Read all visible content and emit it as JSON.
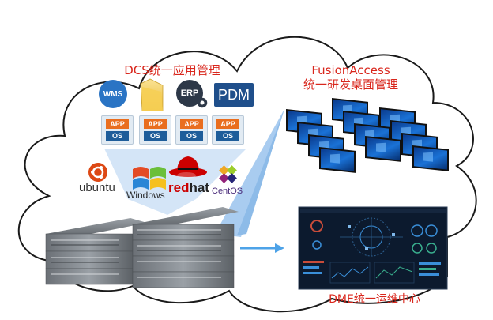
{
  "dcs": {
    "title": "DCS统一应用管理"
  },
  "fusion": {
    "line1": "FusionAccess",
    "line2": "统一研发桌面管理"
  },
  "dme": {
    "title": "DME统一运维中心"
  },
  "apps": {
    "wms": "WMS",
    "erp": "ERP",
    "pdm": "PDM",
    "tile_app": "APP",
    "tile_os": "OS"
  },
  "os_logos": {
    "ubuntu": "ubuntu",
    "windows": "Windows",
    "redhat_red": "red",
    "redhat_hat": "hat",
    "centos": "CentOS"
  },
  "colors": {
    "title_red": "#d9261c",
    "cloud_stroke": "#1a1a1a",
    "projection_blue": "#a9ccf0",
    "wms_blue": "#2a74c4",
    "pdm_blue": "#1f4f8b",
    "app_orange": "#e96e1f",
    "os_blue": "#1e5d9a",
    "arrow_blue": "#4ea3e8"
  },
  "icons": [
    "wms-icon",
    "folder-icon",
    "erp-gear-icon",
    "pdm-icon",
    "ubuntu-logo-icon",
    "windows-logo-icon",
    "redhat-logo-icon",
    "centos-logo-icon",
    "server-icon",
    "monitor-icon",
    "dashboard-screen-icon",
    "arrow-icon"
  ]
}
